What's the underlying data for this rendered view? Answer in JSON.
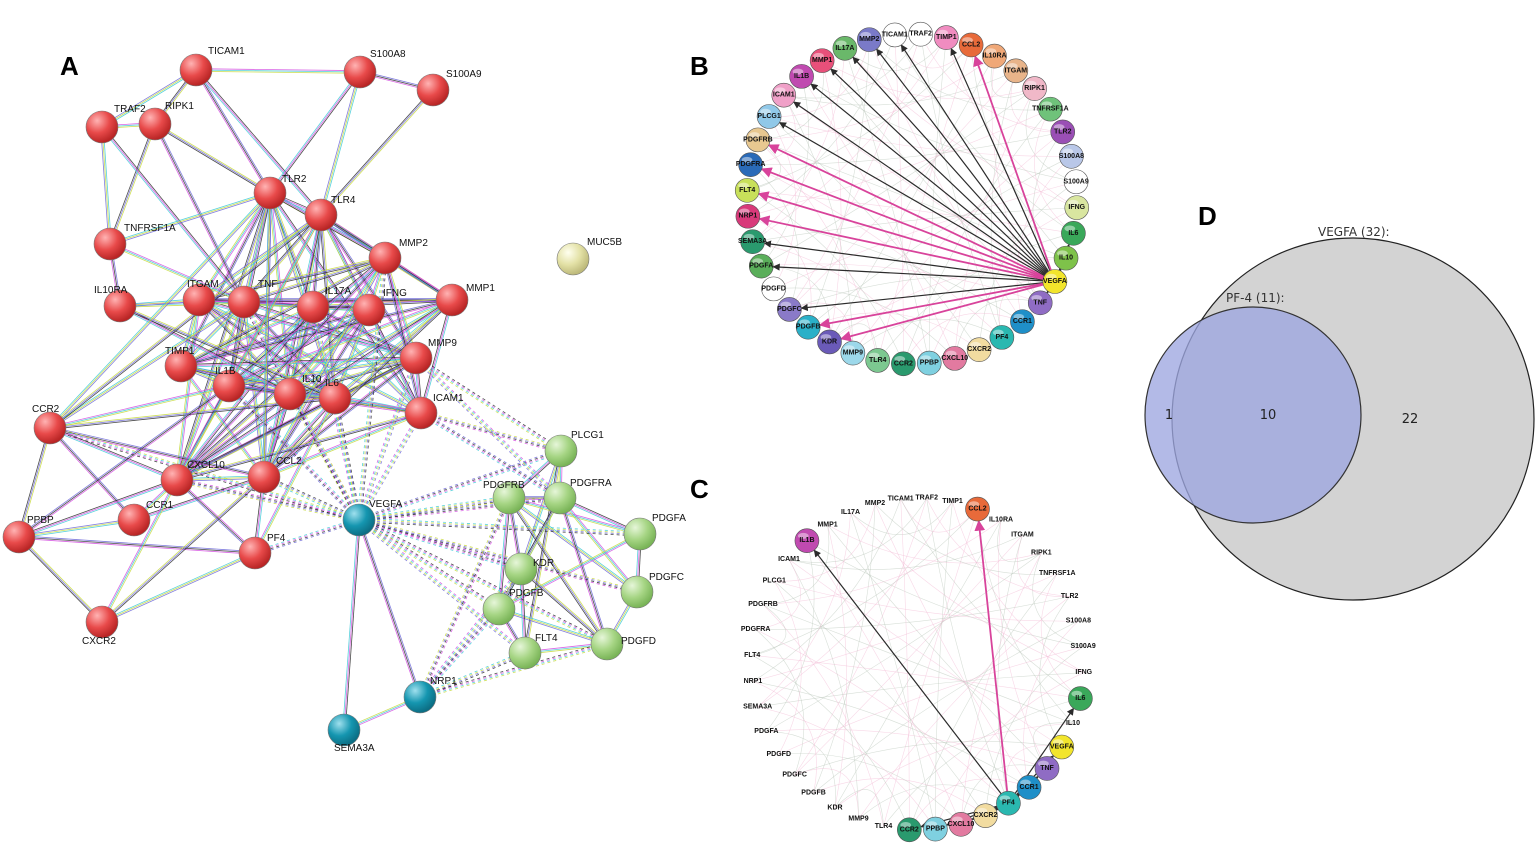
{
  "panels": {
    "a": "A",
    "b": "B",
    "c": "C",
    "d": "D"
  },
  "colors": {
    "red_node": "#e84a4a",
    "green_node": "#9fd07c",
    "teal_node": "#1596b0",
    "yellow_node": "#e3e1a6",
    "venn_large": "#d3d3d3",
    "venn_small": "#9ea6e0",
    "pink_arrow": "#d8439b",
    "dark_arrow": "#2b2b2b"
  },
  "network_a": {
    "nodes": [
      {
        "id": "TICAM1",
        "group": "red"
      },
      {
        "id": "S100A8",
        "group": "red"
      },
      {
        "id": "S100A9",
        "group": "red"
      },
      {
        "id": "TRAF2",
        "group": "red"
      },
      {
        "id": "RIPK1",
        "group": "red"
      },
      {
        "id": "TLR2",
        "group": "red"
      },
      {
        "id": "TLR4",
        "group": "red"
      },
      {
        "id": "TNFRSF1A",
        "group": "red"
      },
      {
        "id": "MMP2",
        "group": "red"
      },
      {
        "id": "MUC5B",
        "group": "yellow"
      },
      {
        "id": "IL10RA",
        "group": "red"
      },
      {
        "id": "ITGAM",
        "group": "red"
      },
      {
        "id": "TNF",
        "group": "red"
      },
      {
        "id": "IL17A",
        "group": "red"
      },
      {
        "id": "IFNG",
        "group": "red"
      },
      {
        "id": "MMP1",
        "group": "red"
      },
      {
        "id": "TIMP1",
        "group": "red"
      },
      {
        "id": "MMP9",
        "group": "red"
      },
      {
        "id": "IL1B",
        "group": "red"
      },
      {
        "id": "IL10",
        "group": "red"
      },
      {
        "id": "IL6",
        "group": "red"
      },
      {
        "id": "ICAM1",
        "group": "red"
      },
      {
        "id": "CCR2",
        "group": "red"
      },
      {
        "id": "CXCL10",
        "group": "red"
      },
      {
        "id": "CCL2",
        "group": "red"
      },
      {
        "id": "CCR1",
        "group": "red"
      },
      {
        "id": "PPBP",
        "group": "red"
      },
      {
        "id": "PF4",
        "group": "red"
      },
      {
        "id": "CXCR2",
        "group": "red"
      },
      {
        "id": "VEGFA",
        "group": "teal"
      },
      {
        "id": "NRP1",
        "group": "teal"
      },
      {
        "id": "SEMA3A",
        "group": "teal"
      },
      {
        "id": "PLCG1",
        "group": "green"
      },
      {
        "id": "PDGFRB",
        "group": "green"
      },
      {
        "id": "PDGFRA",
        "group": "green"
      },
      {
        "id": "PDGFA",
        "group": "green"
      },
      {
        "id": "KDR",
        "group": "green"
      },
      {
        "id": "PDGFC",
        "group": "green"
      },
      {
        "id": "PDGFB",
        "group": "green"
      },
      {
        "id": "FLT4",
        "group": "green"
      },
      {
        "id": "PDGFD",
        "group": "green"
      }
    ]
  },
  "circle_b": {
    "nodes": [
      "TIMP1",
      "CCL2",
      "IL10RA",
      "ITGAM",
      "RIPK1",
      "TNFRSF1A",
      "TLR2",
      "S100A8",
      "S100A9",
      "IFNG",
      "IL6",
      "IL10",
      "VEGFA",
      "TNF",
      "CCR1",
      "PF4",
      "CXCR2",
      "CXCL10",
      "PPBP",
      "CCR2",
      "TLR4",
      "MMP9",
      "KDR",
      "PDGFB",
      "PDGFC",
      "PDGFD",
      "PDGFA",
      "SEMA3A",
      "NRP1",
      "FLT4",
      "PDGFRA",
      "PDGFRB",
      "PLCG1",
      "ICAM1",
      "IL1B",
      "MMP1",
      "IL17A",
      "MMP2",
      "TICAM1",
      "TRAF2"
    ],
    "hub": "VEGFA",
    "targets": [
      "TIMP1",
      "CCL2",
      "IL6",
      "IL10",
      "TNF",
      "PDGFC",
      "PDGFB",
      "KDR",
      "PDGFA",
      "SEMA3A",
      "NRP1",
      "FLT4",
      "PDGFRA",
      "PDGFRB",
      "PLCG1",
      "ICAM1",
      "IL1B",
      "MMP1",
      "IL17A",
      "MMP2",
      "TICAM1"
    ]
  },
  "circle_c": {
    "nodes": [
      "TIMP1",
      "CCL2",
      "IL10RA",
      "ITGAM",
      "RIPK1",
      "TNFRSF1A",
      "TLR2",
      "S100A8",
      "S100A9",
      "IFNG",
      "IL6",
      "IL10",
      "VEGFA",
      "TNF",
      "CCR1",
      "PF4",
      "CXCR2",
      "CXCL10",
      "PPBP",
      "CCR2",
      "TLR4",
      "MMP9",
      "KDR",
      "PDGFB",
      "PDGFC",
      "PDGFD",
      "PDGFA",
      "SEMA3A",
      "NRP1",
      "FLT4",
      "PDGFRA",
      "PDGFRB",
      "PLCG1",
      "ICAM1",
      "IL1B",
      "MMP1",
      "IL17A",
      "MMP2",
      "TICAM1",
      "TRAF2"
    ],
    "hub": "PF4",
    "targets": [
      "IL1B",
      "CCL2",
      "IL6",
      "VEGFA",
      "TNF",
      "CCR1",
      "CXCR2",
      "CXCL10",
      "PPBP",
      "CCR2"
    ]
  },
  "venn": {
    "big_label": "VEGFA (32):",
    "small_label": "PF-4 (11):",
    "only_small": "1",
    "overlap": "10",
    "only_big": "22"
  }
}
